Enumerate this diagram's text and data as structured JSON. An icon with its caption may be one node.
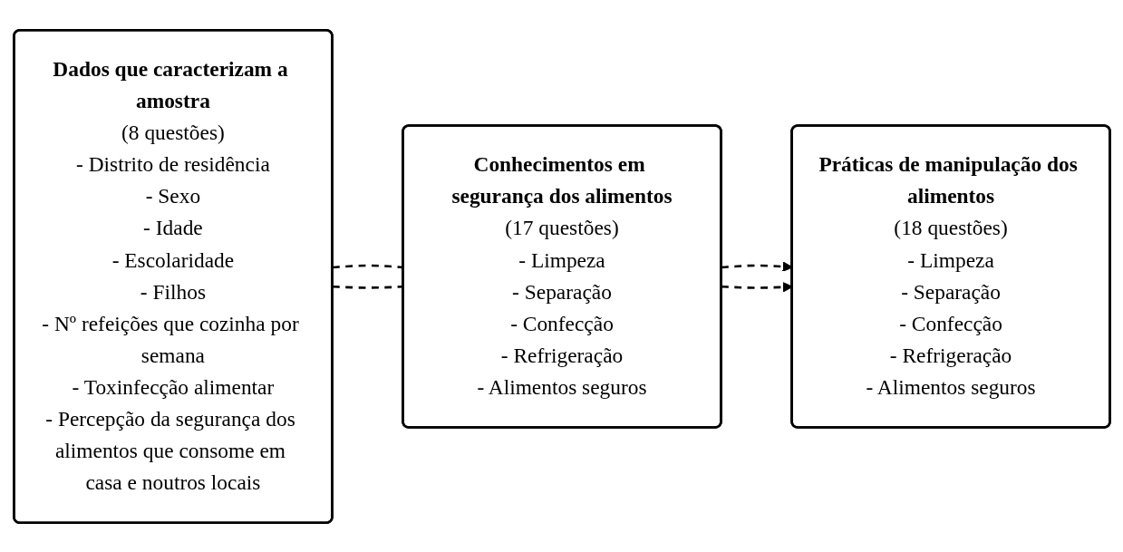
{
  "diagram": {
    "nodes": [
      {
        "text": [
          "Dados que caracterizam a amostra",
          "(8 questões)",
          "- Distrito de residência",
          "- Sexo",
          "- Idade",
          "- Escolaridade",
          "- Filhos",
          "- Nº refeições que cozinha por semana",
          "- Toxinfecção alimentar",
          "- Percepção da segurança dos alimentos que consome em casa e noutros locais"
        ]
      },
      {
        "text": [
          "Conhecimentos em segurança dos alimentos",
          "(17 questões)",
          "- Limpeza",
          "- Separação",
          "- Confecção",
          "- Refrigeração",
          "- Alimentos seguros"
        ]
      },
      {
        "text": [
          "Práticas de manipulação dos alimentos",
          "(18 questões)",
          "- Limpeza",
          "- Separação",
          "- Confecção",
          "- Refrigeração",
          "- Alimentos seguros"
        ]
      }
    ],
    "edges": [
      {
        "from": 0,
        "to": 1,
        "arrow": "none",
        "style": "dashed"
      },
      {
        "from": 0,
        "to": 1,
        "arrow": "none",
        "style": "dashed"
      },
      {
        "from": 1,
        "to": 2,
        "arrow": "to",
        "style": "dashed"
      },
      {
        "from": 1,
        "to": 2,
        "arrow": "to",
        "style": "dashed"
      }
    ]
  }
}
